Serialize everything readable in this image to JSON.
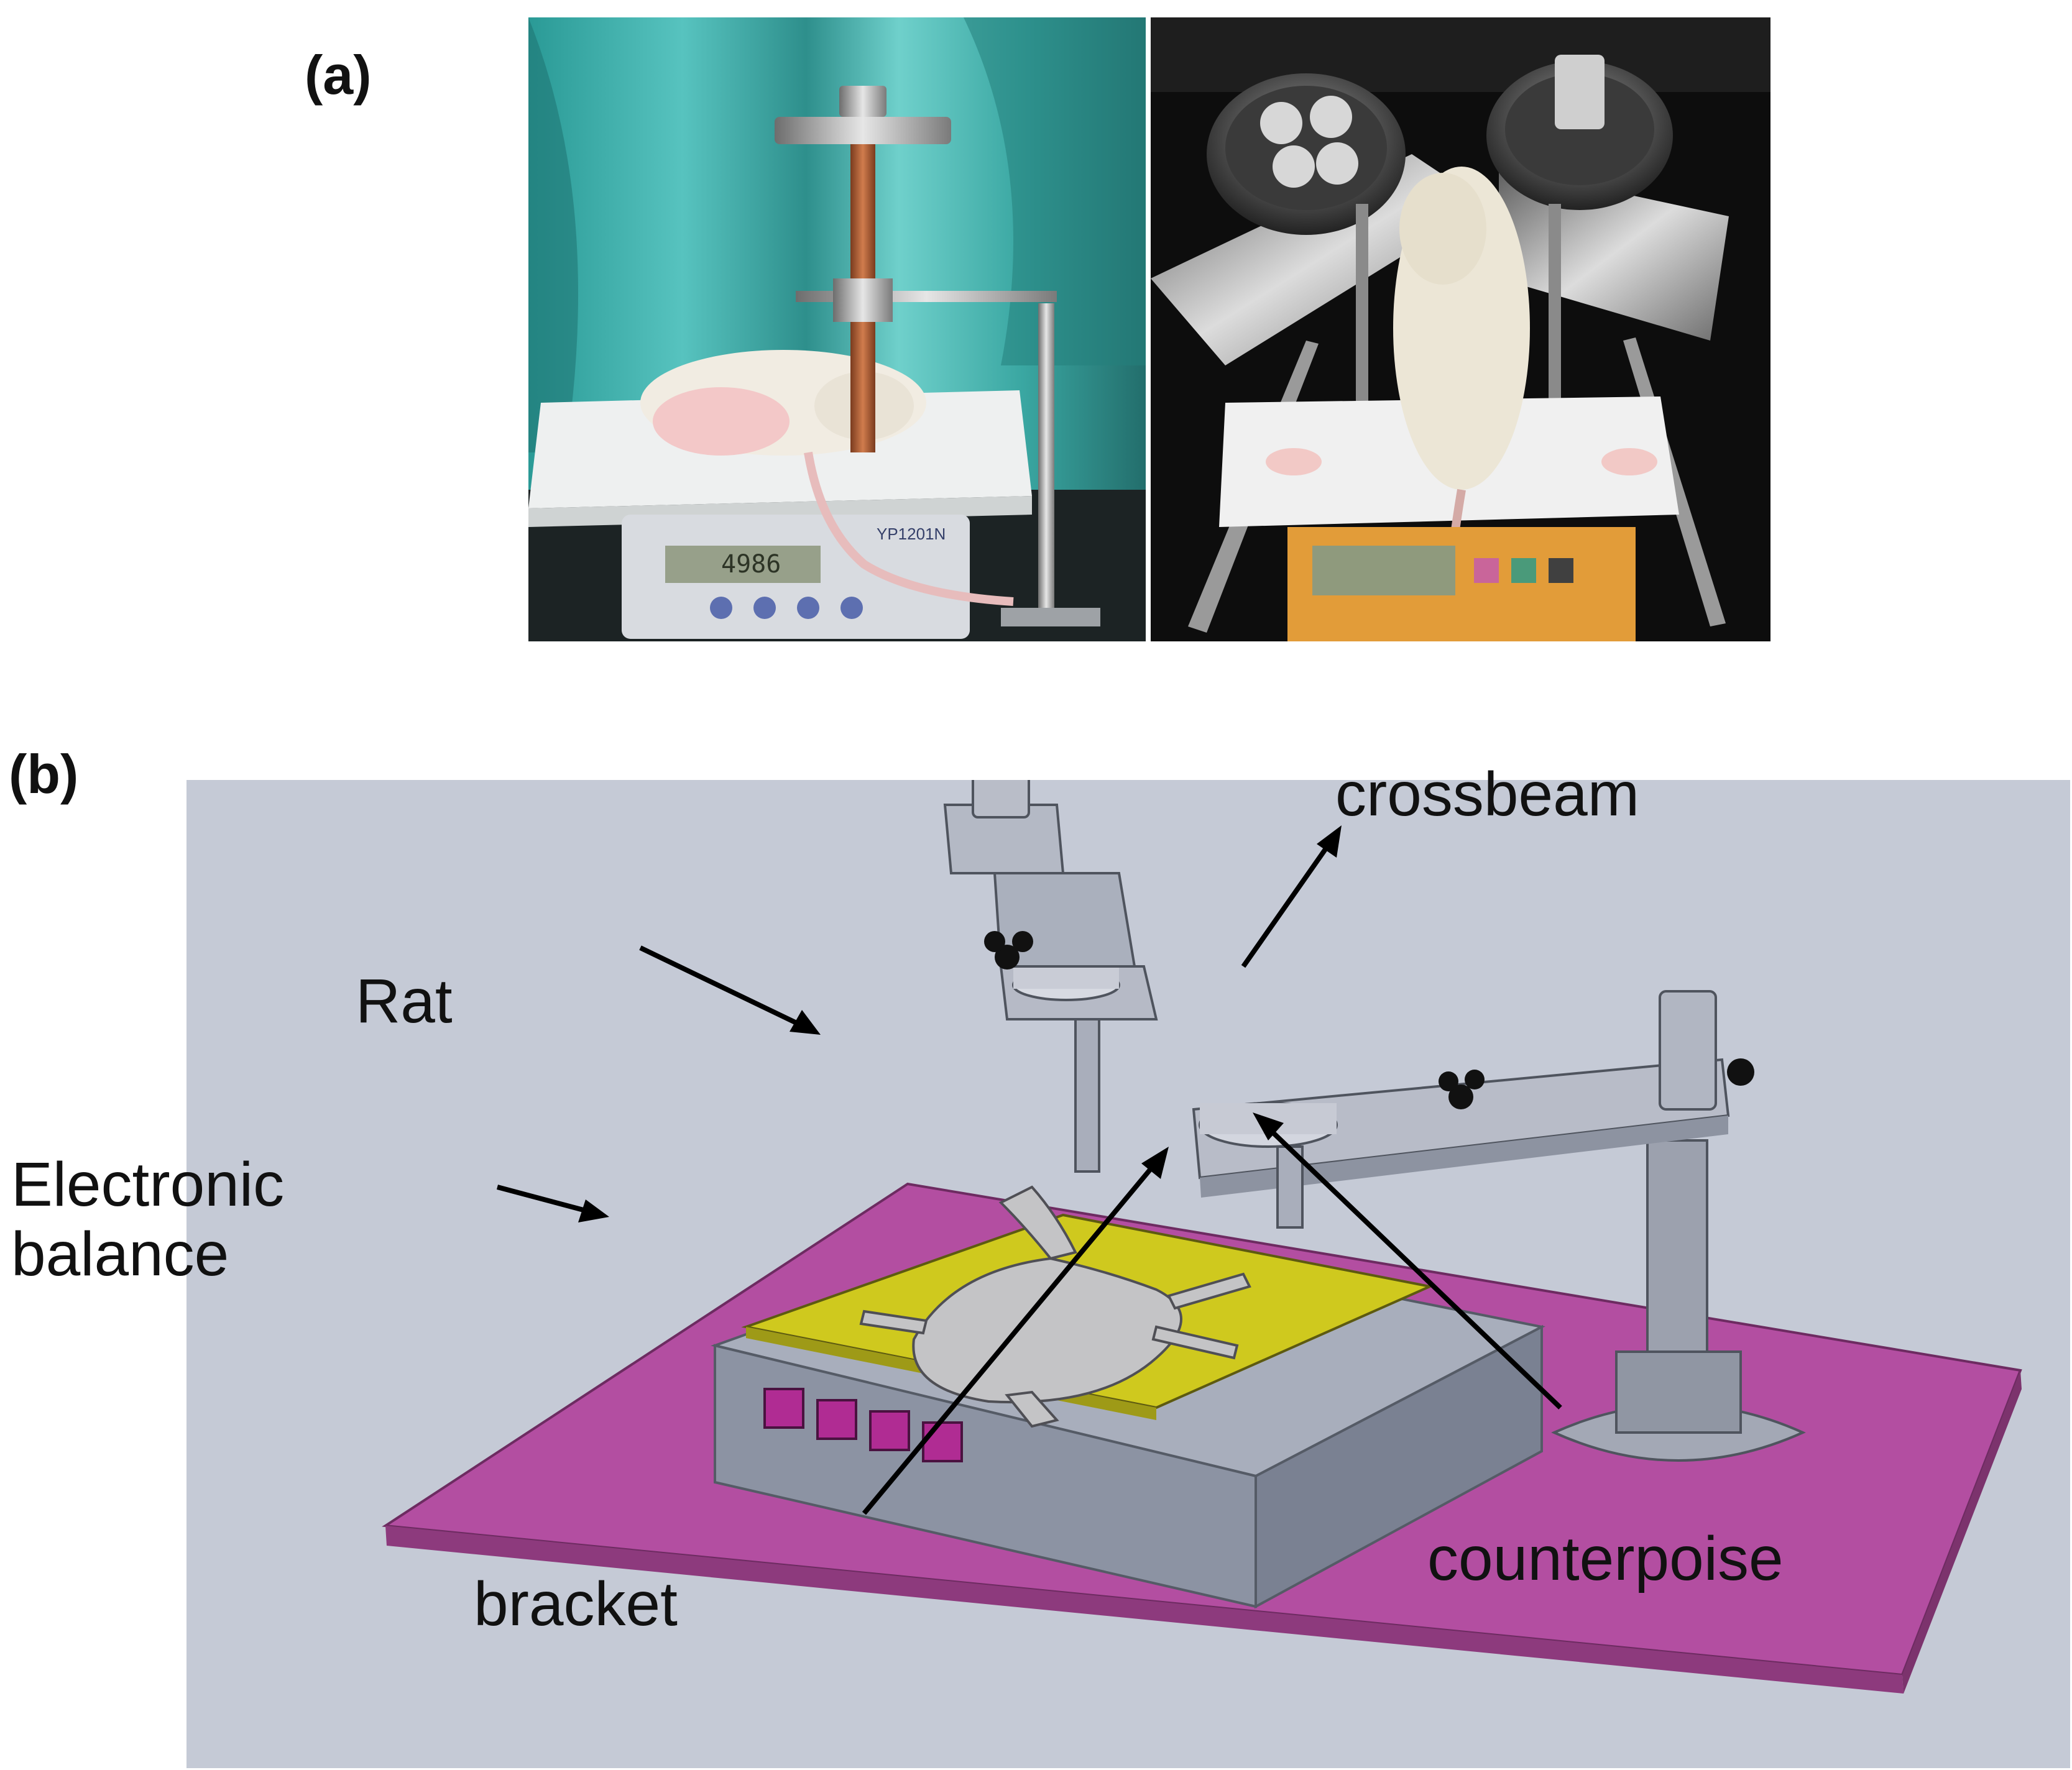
{
  "panels": {
    "a": {
      "label": "(a)"
    },
    "b": {
      "label": "(b)"
    }
  },
  "photo_left": {
    "scale_reading": "4986",
    "scale_model": "YP1201N"
  },
  "diagram": {
    "labels": {
      "crossbeam": "crossbeam",
      "rat": "Rat",
      "electronic_balance": "Electronic\nbalance",
      "bracket": "bracket",
      "counterpoise": "counterpoise"
    },
    "colors": {
      "background": "#c5cad6",
      "base_plate": "#b34ea1",
      "balance_body": "#8c93a3",
      "pad": "#cfc91e",
      "metal": "#a9aebb"
    }
  }
}
